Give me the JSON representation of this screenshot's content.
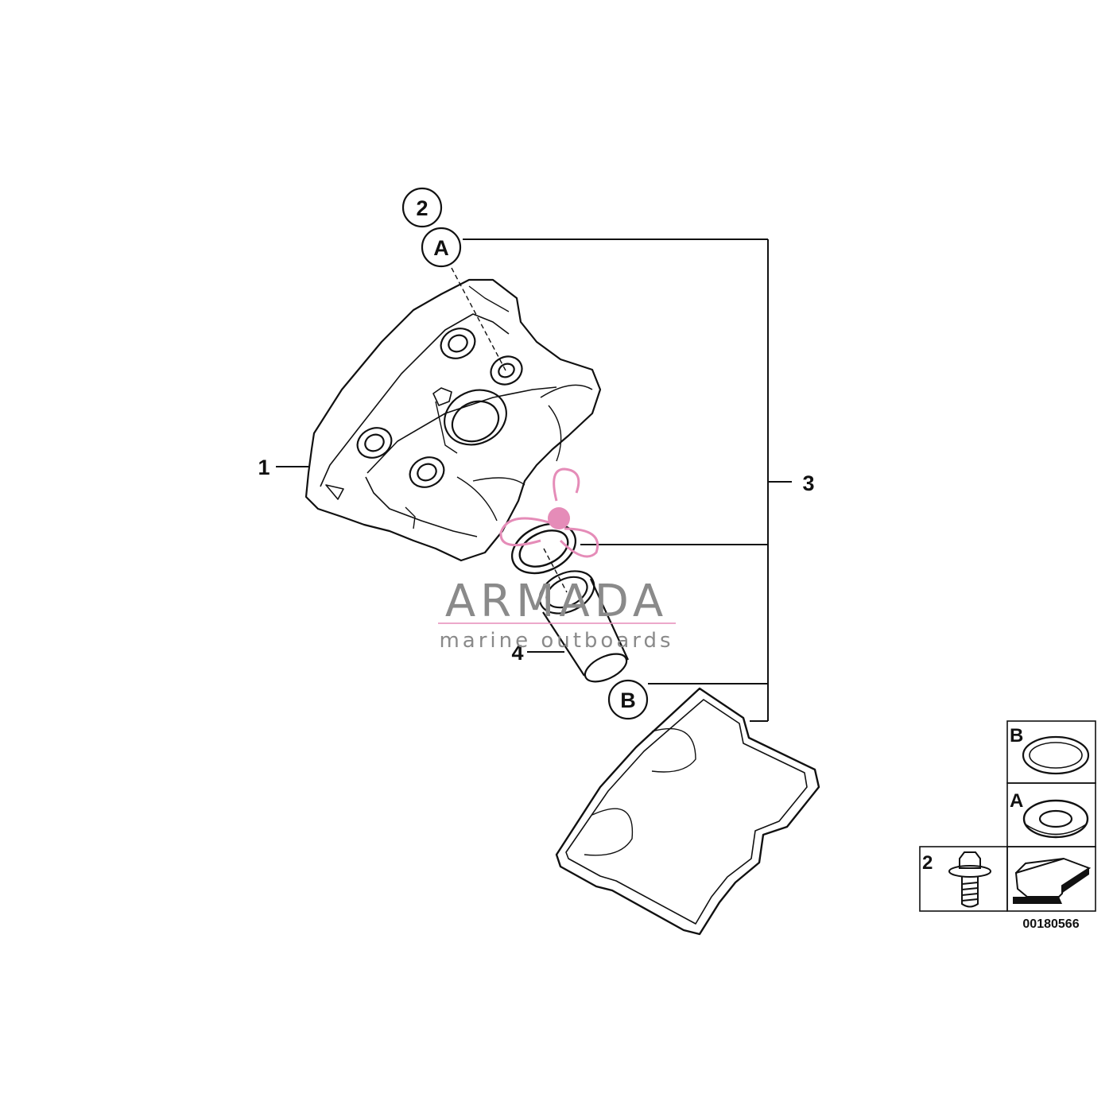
{
  "callouts": {
    "part_1": "1",
    "part_2": "2",
    "part_3": "3",
    "part_4": "4",
    "ref_a": "A",
    "ref_b": "B"
  },
  "legend": {
    "cell_b": "B",
    "cell_a": "A",
    "cell_2": "2"
  },
  "drawing_number": "00180566",
  "watermark": {
    "brand": "ARMADA",
    "tagline": "marine outboards"
  },
  "colors": {
    "line": "#111111",
    "watermark_text": "#8a8a8a",
    "watermark_logo": "#e58cb8"
  }
}
